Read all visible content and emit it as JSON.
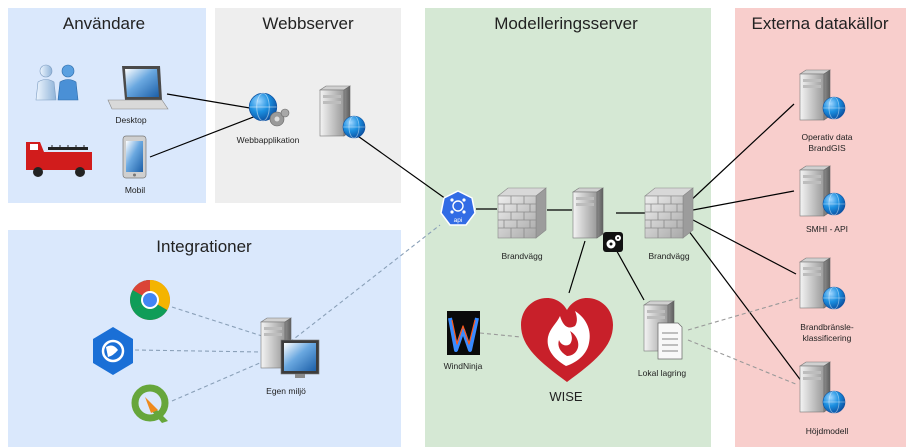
{
  "zones": {
    "users": "Användare",
    "webserver": "Webbserver",
    "modelserver": "Modelleringsserver",
    "external": "Externa datakällor",
    "integrations": "Integrationer"
  },
  "labels": {
    "desktop": "Desktop",
    "mobile": "Mobil",
    "webapp": "Webbapplikation",
    "api": "api",
    "firewall_left": "Brandvägg",
    "firewall_right": "Brandvägg",
    "windninja": "WindNinja",
    "wise": "WISE",
    "local_storage": "Lokal lagring",
    "own_env": "Egen miljö",
    "ext1_l1": "Operativ data",
    "ext1_l2": "BrandGIS",
    "ext2": "SMHI - API",
    "ext3_l1": "Brandbränsle-",
    "ext3_l2": "klassificering",
    "ext4": "Höjdmodell"
  },
  "colors": {
    "users_bg": "#dae8fc",
    "webserver_bg": "#eeeeee",
    "modelserver_bg": "#d5e8d4",
    "external_bg": "#f8cecc",
    "integrations_bg": "#dae8fc",
    "api_badge": "#326ce5",
    "wise_heart": "#c8202a"
  },
  "icons": [
    "users-icon",
    "laptop-icon",
    "fire-truck-icon",
    "phone-icon",
    "globe-gear-icon",
    "server-icon",
    "api-icon",
    "firewall-icon",
    "gear-icon",
    "windninja-icon",
    "wise-heart-icon",
    "storage-icon",
    "chrome-icon",
    "arcgis-icon",
    "qgis-icon"
  ]
}
